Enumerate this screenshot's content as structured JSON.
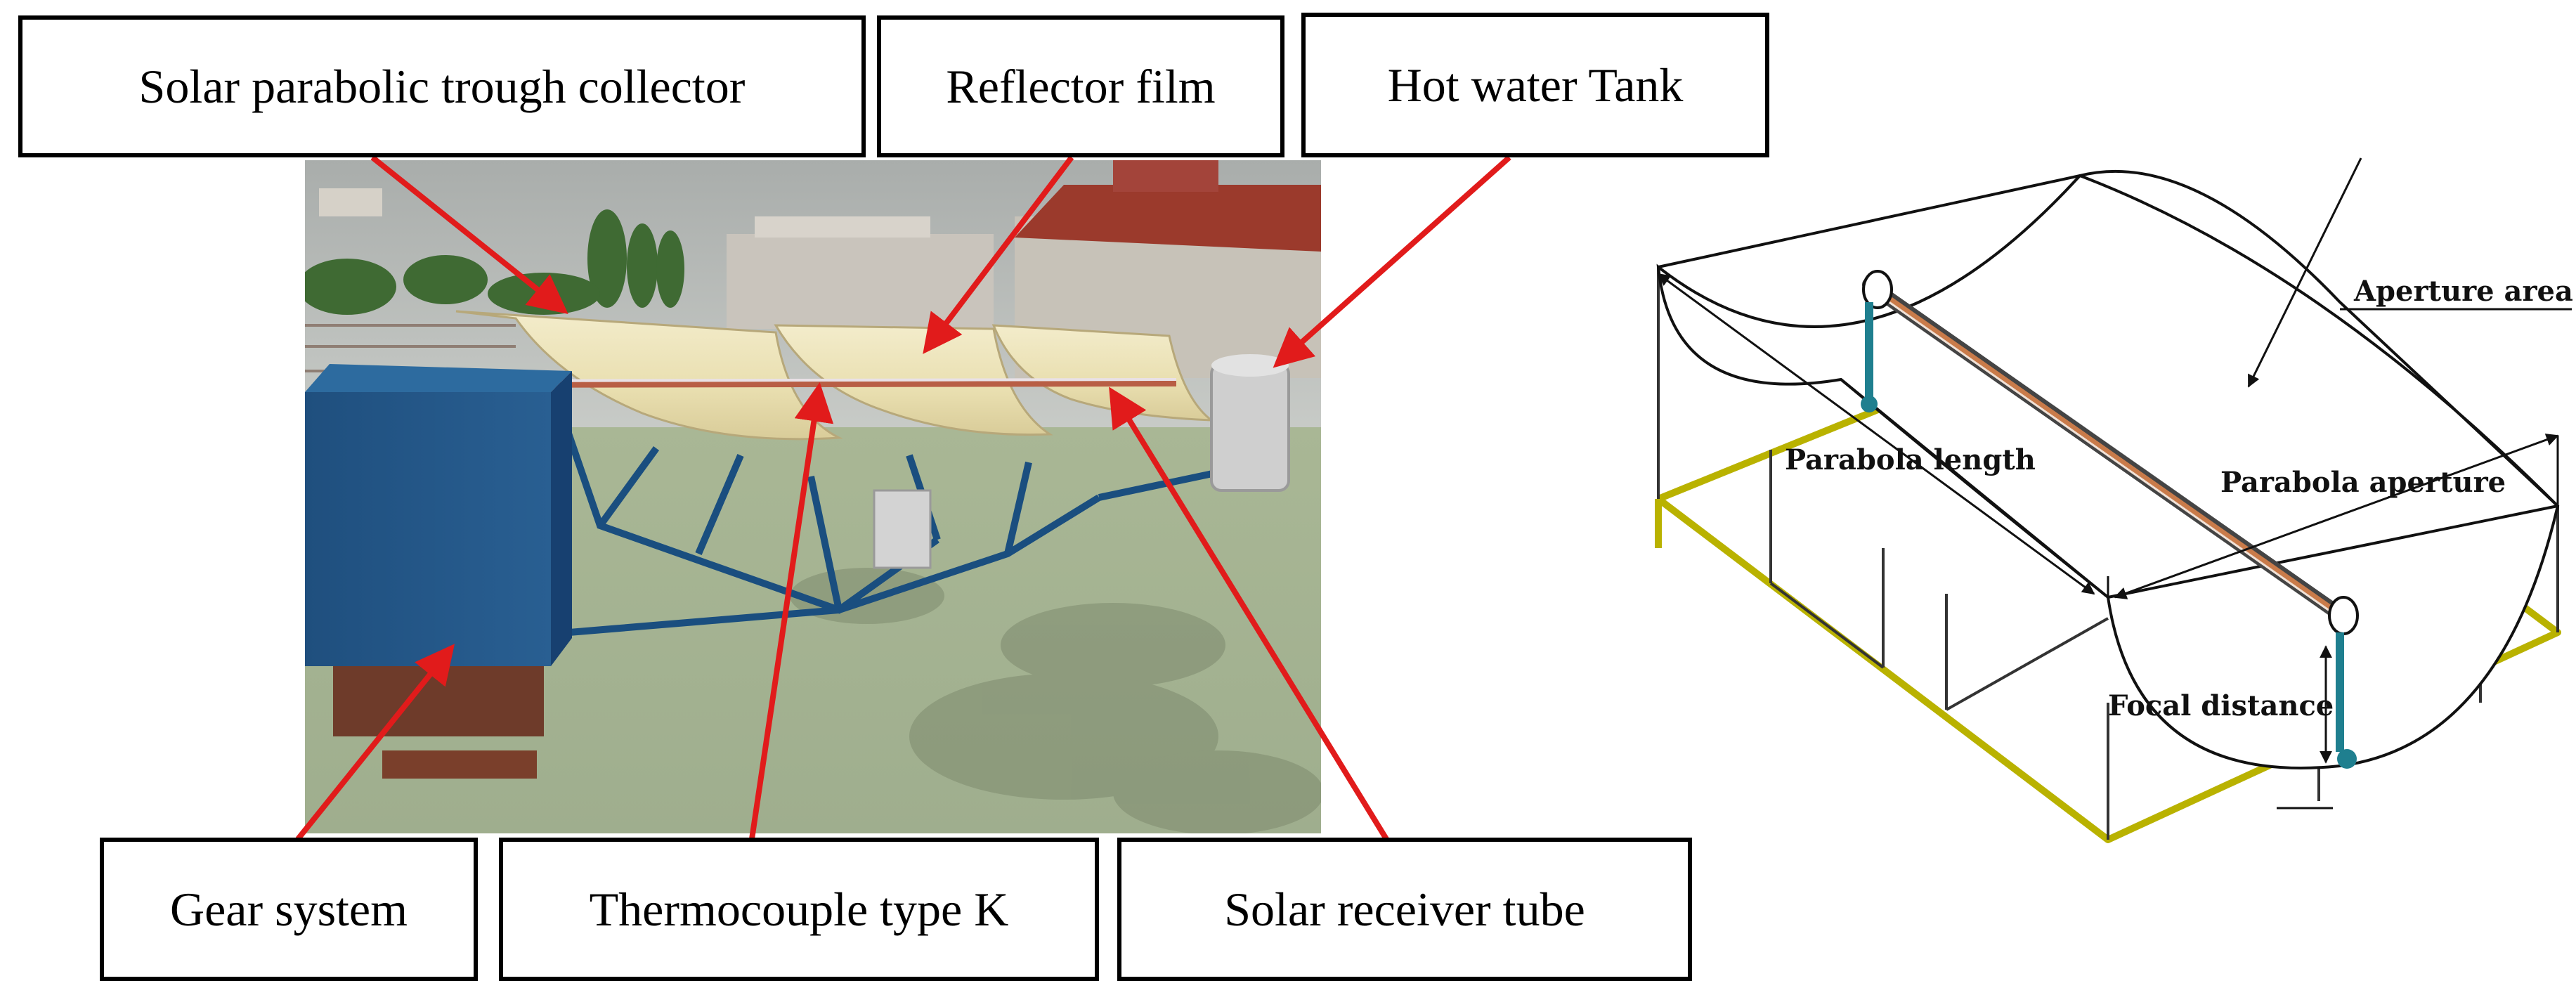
{
  "photo_labels": {
    "solar_collector": "Solar parabolic trough collector",
    "reflector_film": "Reflector film",
    "hot_water_tank": "Hot water Tank",
    "gear_system": "Gear system",
    "thermocouple": "Thermocouple type K",
    "receiver_tube": "Solar receiver tube"
  },
  "diagram_labels": {
    "aperture_area": "Aperture area",
    "parabola_length": "Parabola length",
    "parabola_aperture": "Parabola aperture",
    "focal_distance": "Focal distance"
  },
  "colors": {
    "arrow": "#e11b1b",
    "frame": "#b9b200",
    "receiver_tube": "#c97b4a",
    "support_pipe": "#1f7f8f",
    "outline": "#111111"
  }
}
